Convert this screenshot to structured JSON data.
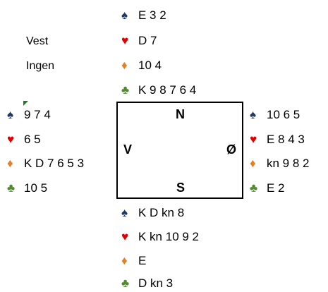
{
  "info": {
    "dealer": "Vest",
    "vulnerability": "Ingen"
  },
  "compass": {
    "north": "N",
    "west": "V",
    "east": "Ø",
    "south": "S"
  },
  "suit_symbols": {
    "spade": "♠",
    "heart": "♥",
    "diamond": "♦",
    "club": "♣"
  },
  "suit_colors": {
    "spade": "#1f3864",
    "heart": "#e00000",
    "diamond": "#e67e22",
    "club": "#4f8a2b"
  },
  "north": {
    "spades": "E 3 2",
    "hearts": "D 7",
    "diamonds": "10 4",
    "clubs": "K 9 8 7 6 4"
  },
  "west": {
    "spades": "9 7 4",
    "hearts": "6 5",
    "diamonds": "K D 7 6 5 3",
    "clubs": "10 5"
  },
  "east": {
    "spades": "10 6 5",
    "hearts": "E 8 4 3",
    "diamonds": "kn 9 8 2",
    "clubs": "E 2"
  },
  "south": {
    "spades": "K D kn 8",
    "hearts": "K kn 10 9 2",
    "diamonds": "E",
    "clubs": "D kn 3"
  }
}
